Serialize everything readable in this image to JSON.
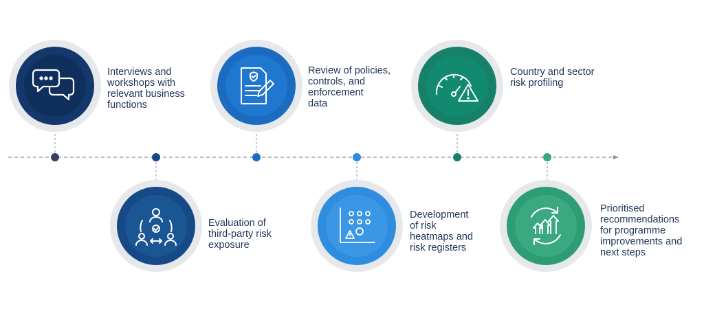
{
  "steps": [
    {
      "label_lines": [
        "Interviews and",
        "workshops with",
        "relevant business",
        "functions"
      ],
      "icon": "chat-bubbles-icon",
      "color_outer": "#14386b",
      "color_inner": "#0f2f5c",
      "dot_color": "#3b3f5e"
    },
    {
      "label_lines": [
        "Evaluation of",
        "third-party risk",
        "exposure"
      ],
      "icon": "team-network-icon",
      "color_outer": "#164a86",
      "color_inner": "#1a5594",
      "dot_color": "#164a86"
    },
    {
      "label_lines": [
        "Review of policies,",
        "controls, and",
        "enforcement",
        "data"
      ],
      "icon": "document-pen-icon",
      "color_outer": "#1b6cc0",
      "color_inner": "#1f77cf",
      "dot_color": "#1b6cc0"
    },
    {
      "label_lines": [
        "Development",
        "of risk",
        "heatmaps and",
        "risk registers"
      ],
      "icon": "heatmap-warning-icon",
      "color_outer": "#2f8de0",
      "color_inner": "#3a97e6",
      "dot_color": "#2f8de0"
    },
    {
      "label_lines": [
        "Country and sector",
        "risk profiling"
      ],
      "icon": "gauge-warning-icon",
      "color_outer": "#168068",
      "color_inner": "#118a6f",
      "dot_color": "#168068"
    },
    {
      "label_lines": [
        "Prioritised",
        "recommendations",
        "for programme",
        "improvements and",
        "next steps"
      ],
      "icon": "growth-cycle-icon",
      "color_outer": "#2e9d76",
      "color_inner": "#3aa880",
      "dot_color": "#3aa880"
    }
  ]
}
